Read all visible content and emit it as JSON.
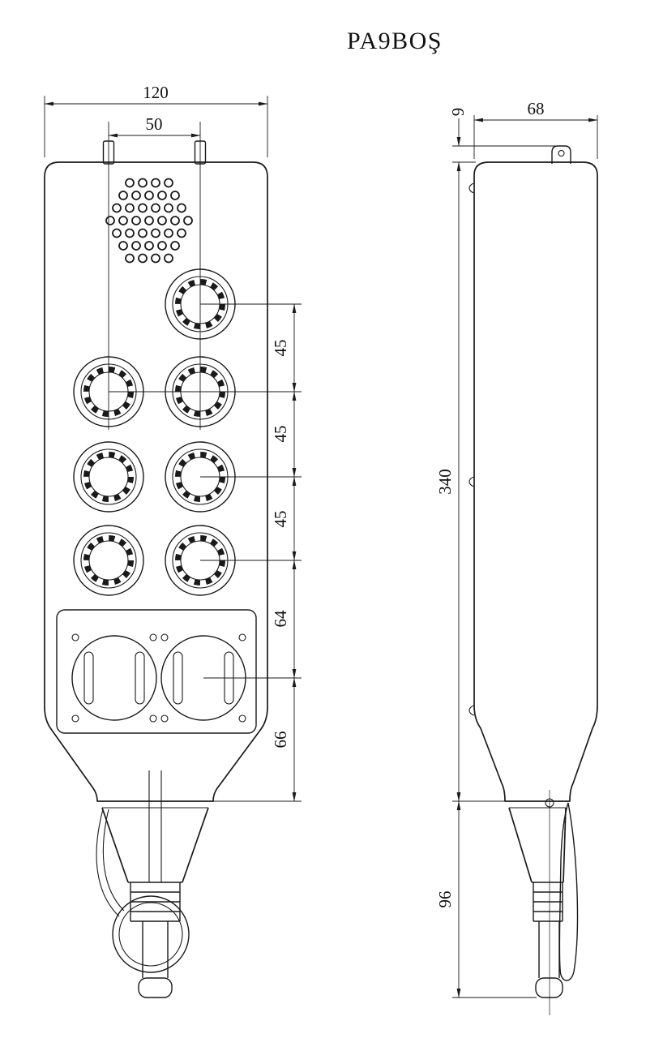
{
  "title": "PA9BOŞ",
  "front_view": {
    "overall_width": "120",
    "button_column_spacing": "50",
    "row_pitch_1": "45",
    "row_pitch_2": "45",
    "row_pitch_3": "45",
    "row_to_bottom_buttons": "64",
    "bottom_buttons_to_neck": "66"
  },
  "side_view": {
    "lug_height": "9",
    "body_depth": "68",
    "body_length": "340",
    "handle_length": "96"
  }
}
